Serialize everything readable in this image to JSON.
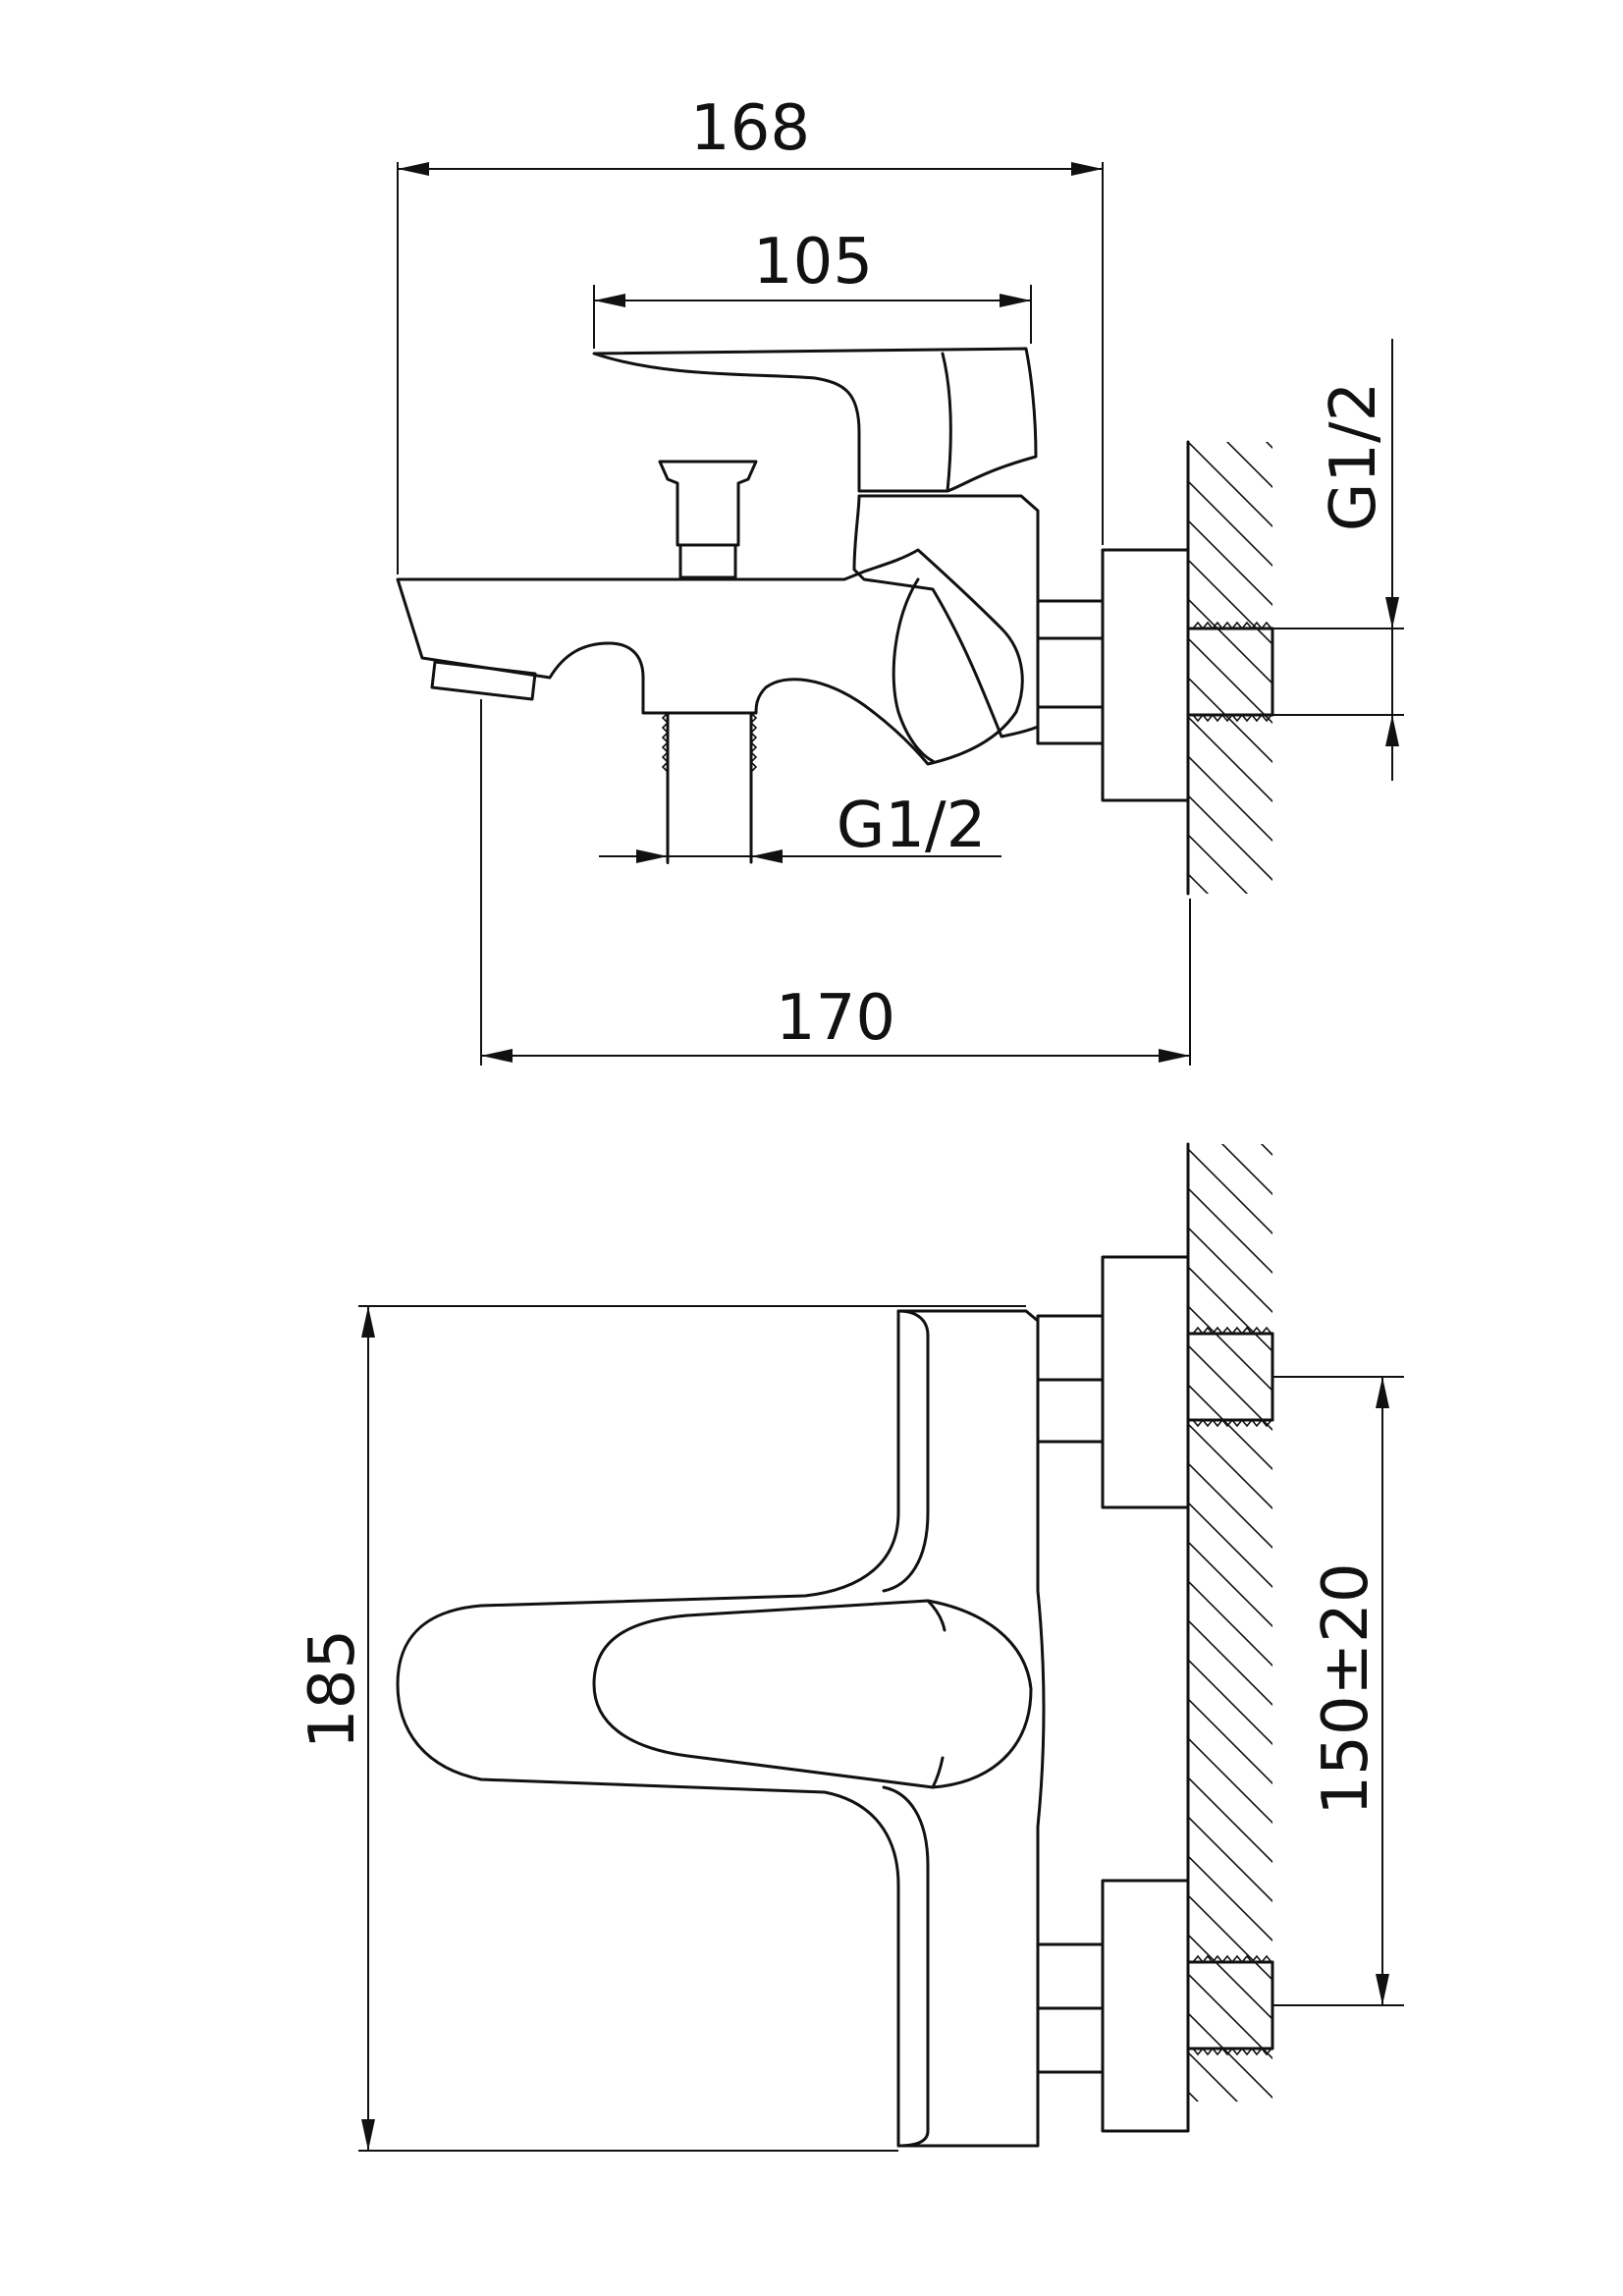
{
  "side_view": {
    "overall_length": "168",
    "lever_length": "105",
    "spout_length": "170",
    "outlet_thread": "G1/2",
    "inlet_thread": "G1/2"
  },
  "front_view": {
    "height": "185",
    "inlet_spacing": "150±20"
  }
}
